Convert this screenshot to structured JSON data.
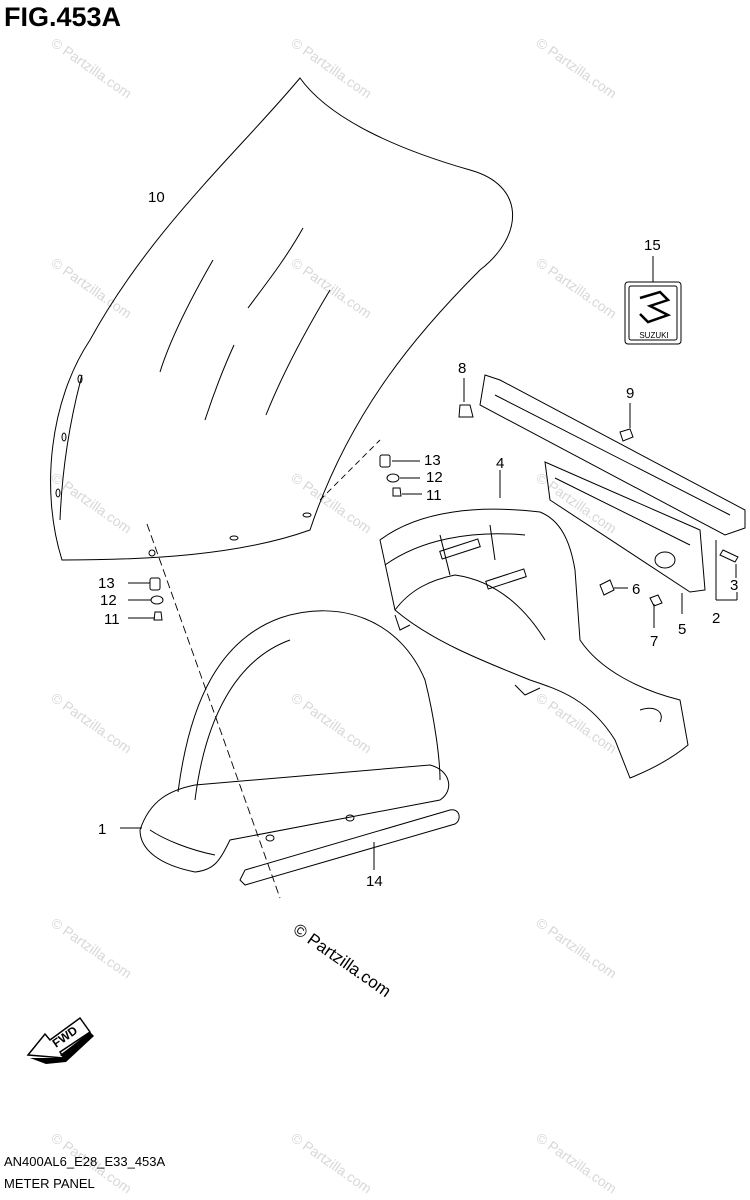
{
  "figure": {
    "title": "FIG.453A",
    "code": "AN400AL6_E28_E33_453A",
    "name": "METER PANEL",
    "fwd_label": "FWD",
    "brand_plate": "SUZUKI",
    "watermark": "© Partzilla.com"
  },
  "callouts": [
    "1",
    "2",
    "3",
    "4",
    "5",
    "6",
    "7",
    "8",
    "9",
    "10",
    "11",
    "12",
    "13",
    "11",
    "12",
    "13",
    "14",
    "15"
  ],
  "colors": {
    "line": "#000000",
    "watermark": "#d8d8d8",
    "background": "#ffffff"
  }
}
